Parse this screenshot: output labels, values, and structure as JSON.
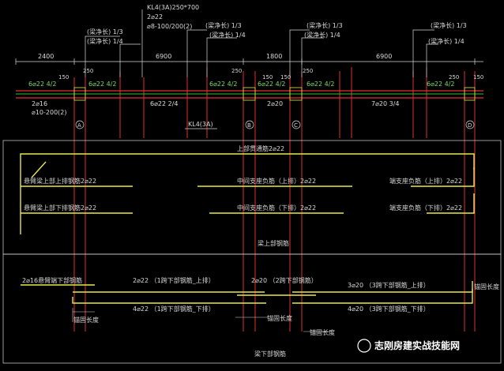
{
  "beam": {
    "title": "KL4(3A)250*700",
    "top_rebar": "2⌀22",
    "stirrup": "⌀8-100/200(2)",
    "bottom_left": "2⌀16",
    "bottom_left_stirrup": "⌀10-200(2)",
    "label_center": "KL4(3A)"
  },
  "clear_span": {
    "n3": "(梁净长) 1/3",
    "n4": "(梁净长) 1/4"
  },
  "dims": {
    "d2400": "2400",
    "d6900a": "6900",
    "d1800": "1800",
    "d6900b": "6900",
    "d150a": "150",
    "d250a": "250",
    "d250b": "250",
    "d150b": "150",
    "d150c": "150",
    "d250c": "250",
    "d250d": "250",
    "d150d": "150"
  },
  "beam_bars": {
    "a1": "6⌀22 4/2",
    "a2": "6⌀22 4/2",
    "b1": "6⌀22 4/2",
    "b2": "6⌀22 4/2",
    "c1": "6⌀22 4/2",
    "d1": "6⌀22 4/2",
    "span1_bottom": "6⌀22 2/4",
    "span2_bottom": "2⌀20",
    "span3_bottom": "7⌀20 3/4"
  },
  "axes": {
    "a": "A",
    "b": "B",
    "c": "C",
    "d": "D"
  },
  "top_section": {
    "through_bar": "上部贯通筋2⌀22",
    "cantilever_upper": "悬臂梁上部上排钢筋2⌀22",
    "cantilever_lower": "悬臂梁上部下排钢筋2⌀22",
    "mid_upper": "中间支座负筋（上排）2⌀22",
    "mid_lower": "中间支座负筋（下排）2⌀22",
    "end_upper": "端支座负筋（上排）2⌀22",
    "end_lower": "端支座负筋（下排）2⌀22",
    "section_title": "梁上部钢筋"
  },
  "bottom_section": {
    "cantilever": "2⌀16悬臂端下部钢筋",
    "span1_upper": "2⌀22 （1跨下部钢筋_上排）",
    "span1_lower": "4⌀22 （1跨下部钢筋_下排）",
    "span2": "2⌀20 （2跨下部钢筋）",
    "span3_upper": "3⌀20 （3跨下部钢筋_上排）",
    "span3_lower": "4⌀20 （3跨下部钢筋_下排）",
    "anchor1": "锚固长度",
    "anchor2": "锚固长度",
    "anchor3": "锚固长度",
    "anchor4": "锚固长度",
    "section_title": "梁下部钢筋"
  },
  "watermark": "志刚房建实战技能网"
}
